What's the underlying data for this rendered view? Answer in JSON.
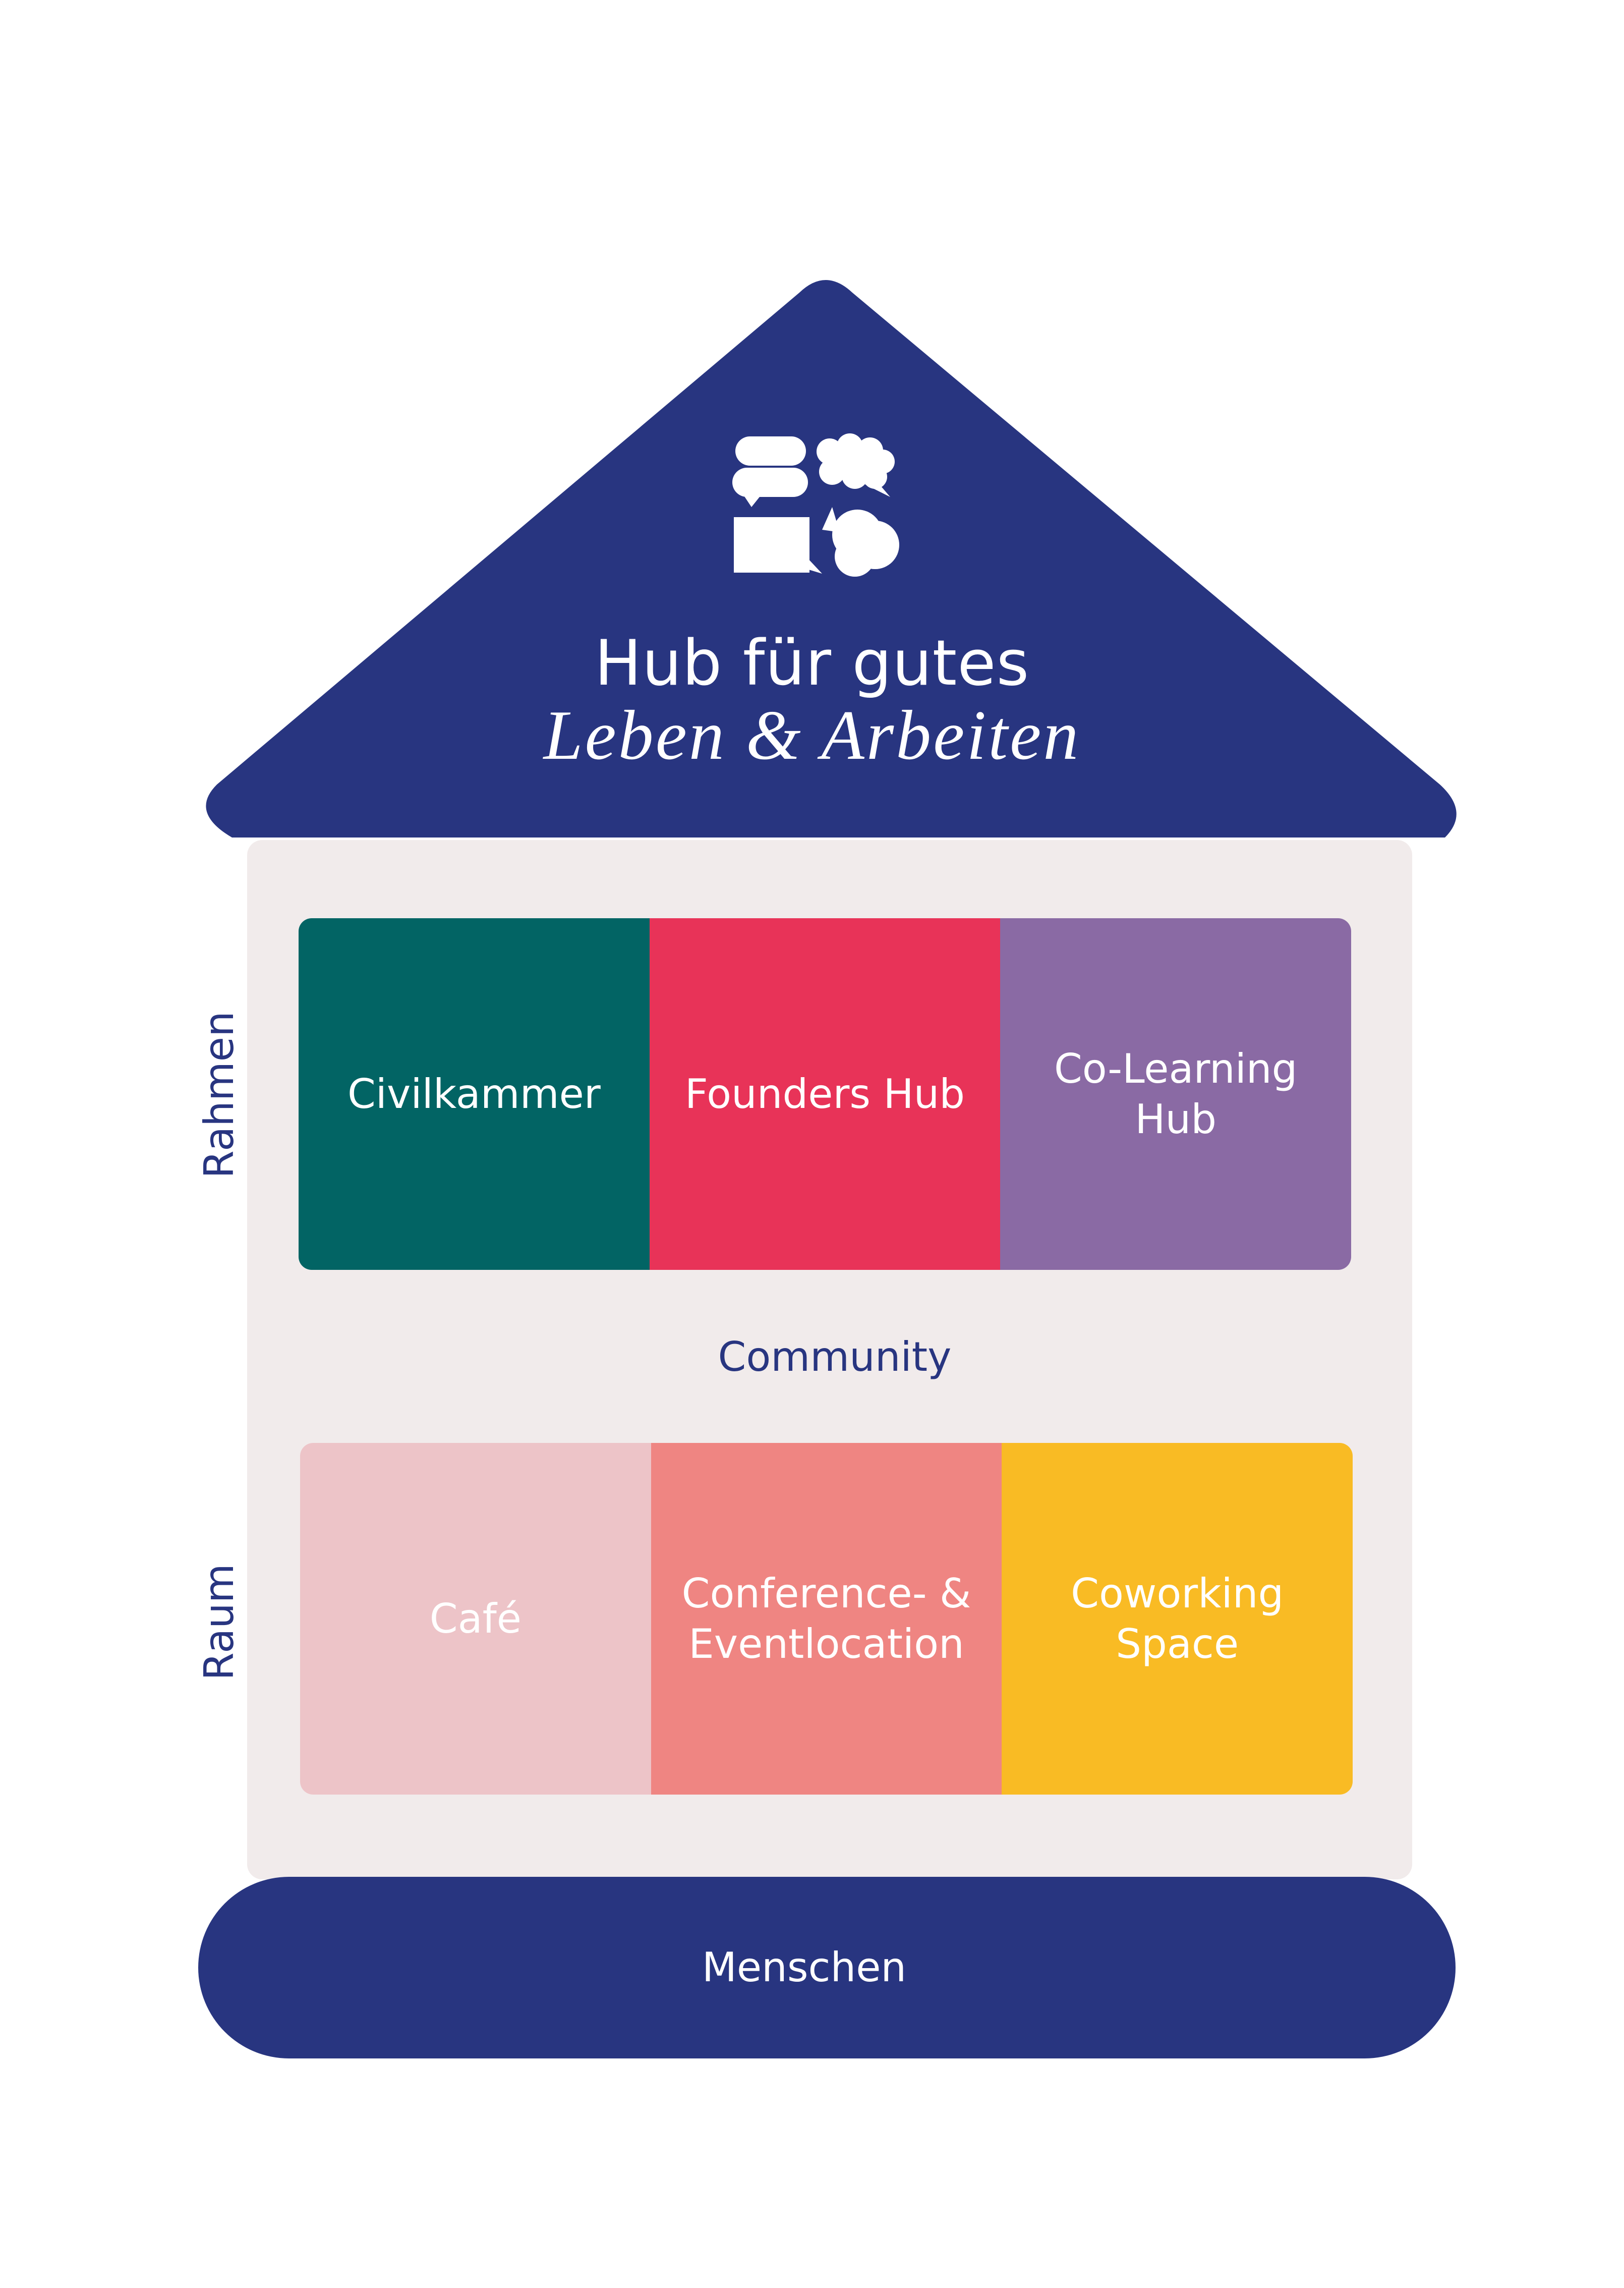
{
  "colors": {
    "navy": "#283580",
    "background": "#f1ebeb",
    "civilkammer": "#026464",
    "founders_hub": "#e83358",
    "co_learning_hub": "#8a6aa4",
    "cafe": "#edc4c8",
    "conference": "#ef8582",
    "coworking": "#f9bb24"
  },
  "roof": {
    "logo_icon": "speech-bubbles-logo-icon",
    "title_line1": "Hub für gutes",
    "title_line2": "Leben & Arbeiten"
  },
  "rahmen": {
    "label": "Rahmen",
    "tiles": [
      "Civilkammer",
      "Founders Hub",
      "Co-Learning\nHub"
    ]
  },
  "community": {
    "label": "Community"
  },
  "raum": {
    "label": "Raum",
    "tiles": [
      "Café",
      "Conference- &\nEventlocation",
      "Coworking\nSpace"
    ]
  },
  "base": {
    "label": "Menschen"
  }
}
